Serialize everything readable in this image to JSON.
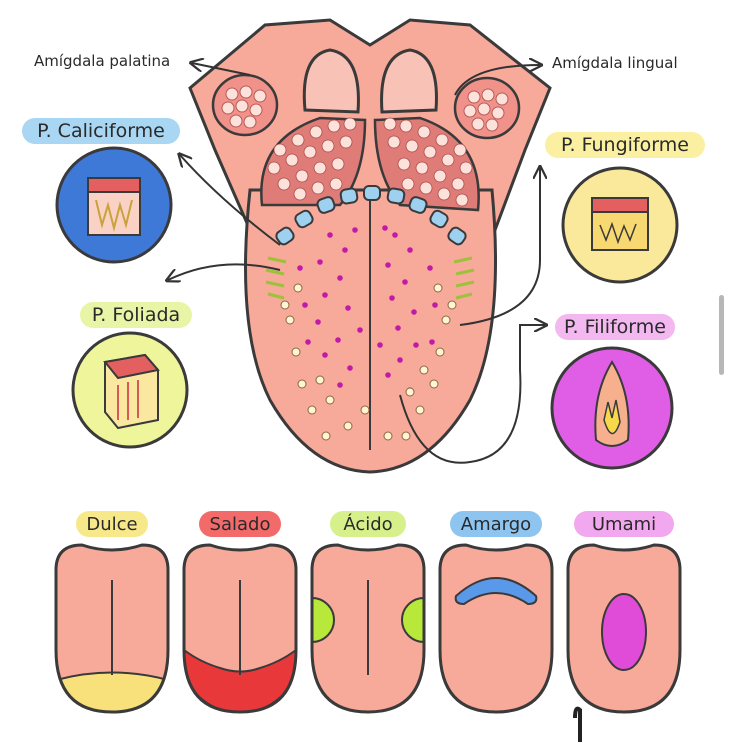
{
  "labels": {
    "amigdala_palatina": "Amígdala palatina",
    "amigdala_lingual": "Amígdala lingual",
    "caliciforme": "P. Caliciforme",
    "fungiforme": "P. Fungiforme",
    "foliada": "P. Foliada",
    "filiforme": "P. Filiforme"
  },
  "tastes": [
    {
      "label": "Dulce",
      "color": "#f7e88a"
    },
    {
      "label": "Salado",
      "color": "#f26a6a"
    },
    {
      "label": "Ácido",
      "color": "#d8f08c"
    },
    {
      "label": "Amargo",
      "color": "#8ec5f0"
    },
    {
      "label": "Umami",
      "color": "#f2a8ee"
    }
  ],
  "colors": {
    "tongue": "#f7a99a",
    "tonsil": "#f0918a",
    "caliciforme_bg": "#3f79d8",
    "fungiforme_bg": "#fbe99b",
    "foliada_bg": "#eef59a",
    "filiforme_bg": "#e05ee6",
    "dulce_zone": "#f8e07a",
    "salado_zone": "#e8383a",
    "acido_zone": "#b7e83a",
    "amargo_zone": "#5a98ea",
    "umami_zone": "#e04cd8"
  }
}
